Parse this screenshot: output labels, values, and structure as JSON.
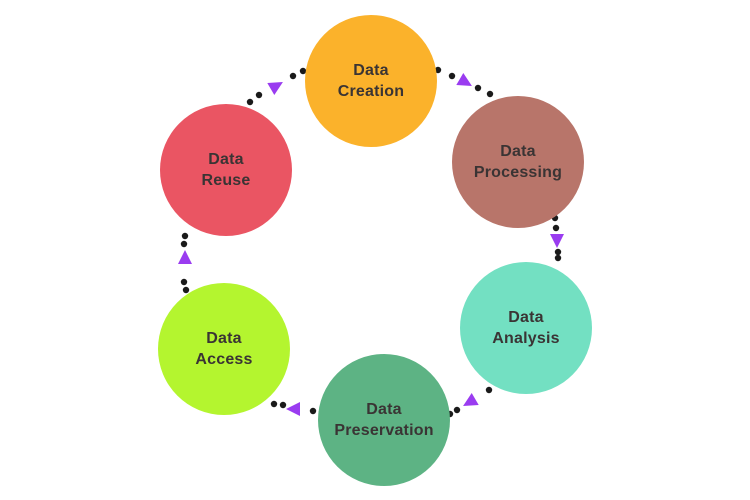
{
  "stages": [
    {
      "id": "creation",
      "label": "Data\nCreation",
      "color": "#fbb22b"
    },
    {
      "id": "processing",
      "label": "Data\nProcessing",
      "color": "#b8756a"
    },
    {
      "id": "analysis",
      "label": "Data\nAnalysis",
      "color": "#73e0c2"
    },
    {
      "id": "preservation",
      "label": "Data\nPreservation",
      "color": "#5db384"
    },
    {
      "id": "access",
      "label": "Data\nAccess",
      "color": "#b4f52f"
    },
    {
      "id": "reuse",
      "label": "Data\nReuse",
      "color": "#ea5563"
    }
  ],
  "connector_style": {
    "dot_color": "#1a1a1a",
    "arrow_color": "#9a3cf0",
    "direction": "clockwise"
  }
}
